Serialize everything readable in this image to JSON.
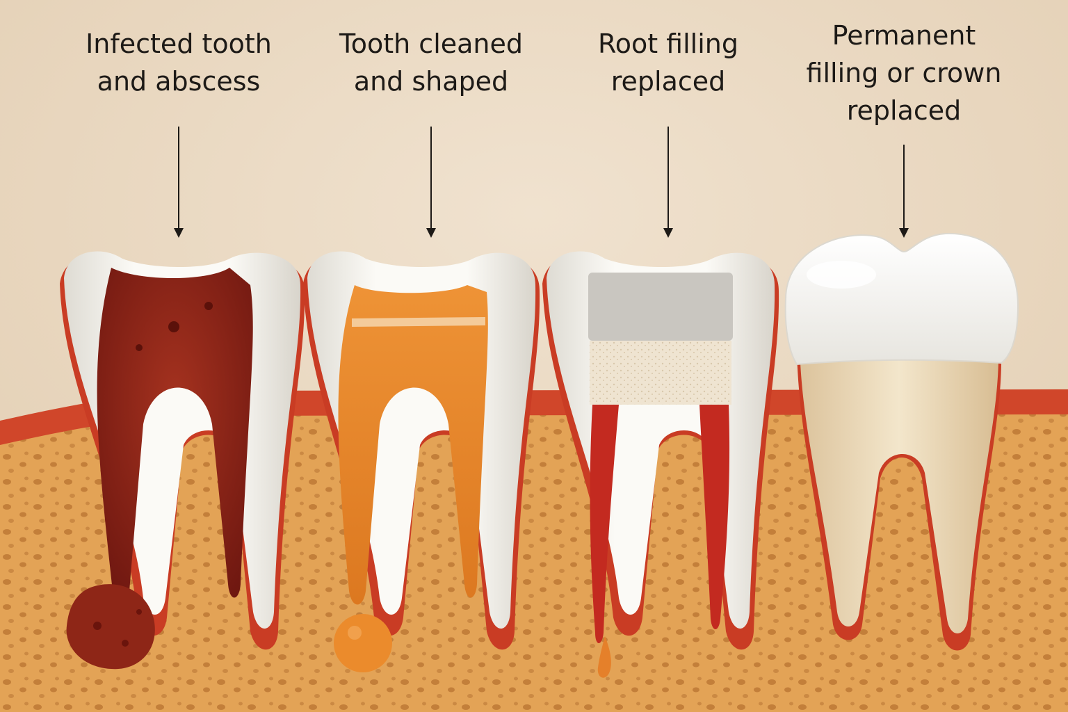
{
  "steps": [
    {
      "label": "Infected tooth\nand abscess"
    },
    {
      "label": "Tooth cleaned\nand shaped"
    },
    {
      "label": "Root filling\nreplaced"
    },
    {
      "label": "Permanent\nfilling or crown\nreplaced"
    }
  ],
  "colors": {
    "background": "#ead9c3",
    "bone": "#e3a356",
    "gum": "#d0462a",
    "enamel": "#f4f1ea",
    "infected_pulp": "#8c2317",
    "cleaned_canal": "#ec8a2c",
    "root_filling": "#c32a20",
    "temporary_filling": "#c9c6c0",
    "base_material": "#eee2cd",
    "crown": "#fbfbf8",
    "natural_root": "#eedcb9",
    "label_text": "#1d1a17"
  }
}
